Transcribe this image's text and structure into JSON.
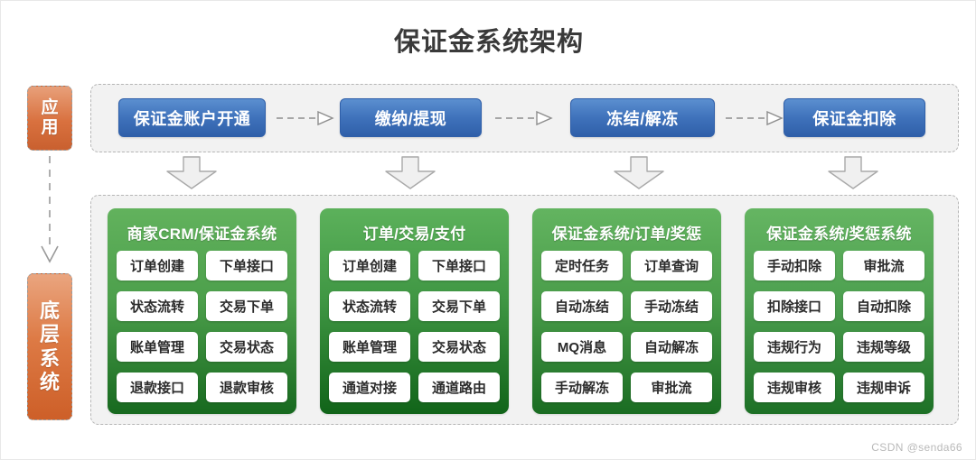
{
  "title": "保证金系统架构",
  "watermark": "CSDN @senda66",
  "colors": {
    "title_text": "#3a3a3a",
    "app_box_blue": "#3f72bb",
    "rail_orange": "#d9713f",
    "panel_green_top": "#62b25d",
    "panel_green_bottom": "#17691f",
    "zone_background": "#f2f2f2",
    "zone_border": "#b6b6b6",
    "arrow_gray": "#9a9a9a",
    "cell_white": "#ffffff"
  },
  "rail": {
    "app_label": "应用",
    "base_label": "底层系统",
    "arrow_name": "vertical-dashed-arrow"
  },
  "app_layer": {
    "boxes": [
      {
        "label": "保证金账户开通"
      },
      {
        "label": "缴纳/提现"
      },
      {
        "label": "冻结/解冻"
      },
      {
        "label": "保证金扣除"
      }
    ],
    "connector_count": 3,
    "connector_style": "dashed-arrow-right"
  },
  "down_arrows": {
    "count": 4,
    "style": "block-arrow-down"
  },
  "base_layer": {
    "panels": [
      {
        "title": "商家CRM/保证金系统",
        "cells": [
          "订单创建",
          "下单接口",
          "状态流转",
          "交易下单",
          "账单管理",
          "交易状态",
          "退款接口",
          "退款审核"
        ]
      },
      {
        "title": "订单/交易/支付",
        "cells": [
          "订单创建",
          "下单接口",
          "状态流转",
          "交易下单",
          "账单管理",
          "交易状态",
          "通道对接",
          "通道路由"
        ]
      },
      {
        "title": "保证金系统/订单/奖惩",
        "cells": [
          "定时任务",
          "订单查询",
          "自动冻结",
          "手动冻结",
          "MQ消息",
          "自动解冻",
          "手动解冻",
          "审批流"
        ]
      },
      {
        "title": "保证金系统/奖惩系统",
        "cells": [
          "手动扣除",
          "审批流",
          "扣除接口",
          "自动扣除",
          "违规行为",
          "违规等级",
          "违规审核",
          "违规申诉"
        ]
      }
    ]
  }
}
